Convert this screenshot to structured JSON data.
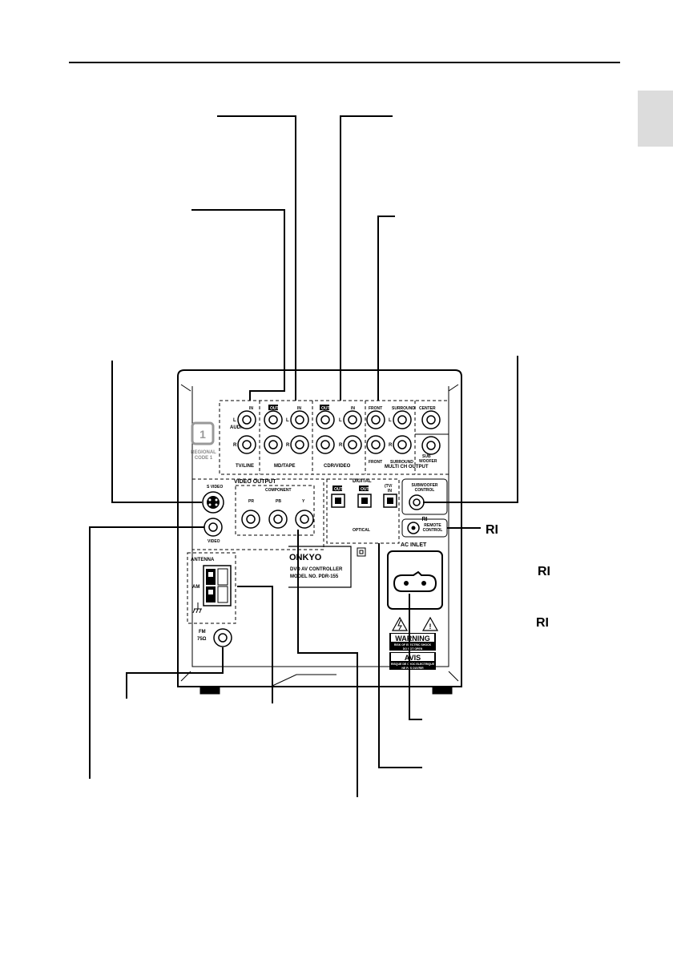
{
  "panel": {
    "audio": "AUDIO",
    "in": "IN",
    "out": "OUT",
    "l": "L",
    "r": "R",
    "tv_line": "TV/LINE",
    "md_tape": "MD/TAPE",
    "cdr_video": "CDR/VIDEO",
    "front": "FRONT",
    "surround": "SURROUND",
    "center": "CENTER",
    "sub": "SUB",
    "woofer": "WOOFER",
    "multi_ch_output": "MULTI CH OUTPUT",
    "regional_1": "REGIONAL",
    "regional_2": "CODE 1",
    "video_output": "VIDEO OUTPUT",
    "s_video": "S VIDEO",
    "video": "VIDEO",
    "component": "COMPONENT",
    "pr": "PR",
    "pb": "PB",
    "y": "Y",
    "digital": "DIGITAL",
    "tv_in_1": "(TV/",
    "tv_in_2": "IN",
    "optical": "OPTICAL",
    "subwoofer_control_1": "SUBWOOFER",
    "subwoofer_control_2": "CONTROL",
    "ri": "RI",
    "remote_control_1": "REMOTE",
    "remote_control_2": "CONTROL",
    "ac_inlet": "AC INLET",
    "brand": "ONKYO",
    "model_1": "DVD AV CONTROLLER",
    "model_2": "MODEL NO. PDR-155",
    "antenna": "ANTENNA",
    "am": "AM",
    "fm_1": "FM",
    "fm_2": "75Ω",
    "warning": "WARNING",
    "warning_sub_1": "RISK OF ELECTRIC SHOCK",
    "warning_sub_2": "DO NOT OPEN",
    "avis": "AVIS",
    "avis_sub_1": "RISQUE DE CHOC ELECTRIQUE",
    "avis_sub_2": "NE PAS OUVRIR"
  },
  "callouts": {
    "ri_mark": "RI"
  }
}
